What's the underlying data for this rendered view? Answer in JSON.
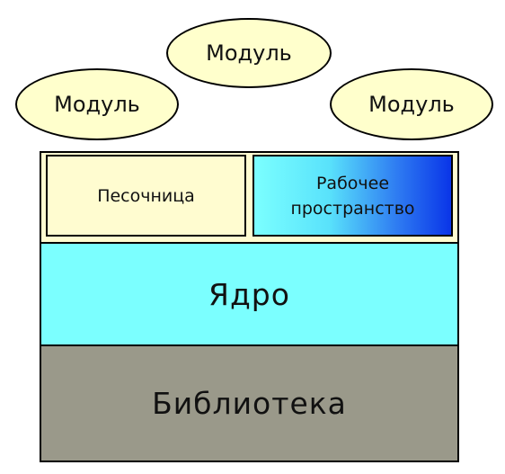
{
  "modules": [
    {
      "label": "Модуль"
    },
    {
      "label": "Модуль"
    },
    {
      "label": "Модуль"
    }
  ],
  "top_panel": {
    "sandbox": "Песочница",
    "workspace_line1": "Рабочее",
    "workspace_line2": "пространство"
  },
  "core": {
    "label": "Ядро"
  },
  "library": {
    "label": "Библиотека"
  },
  "colors": {
    "module_fill": "#ffffcc",
    "panel_fill": "#fffcd0",
    "core_fill": "#7bffff",
    "library_fill": "#9a998a",
    "workspace_gradient_end": "#0a35e8"
  }
}
